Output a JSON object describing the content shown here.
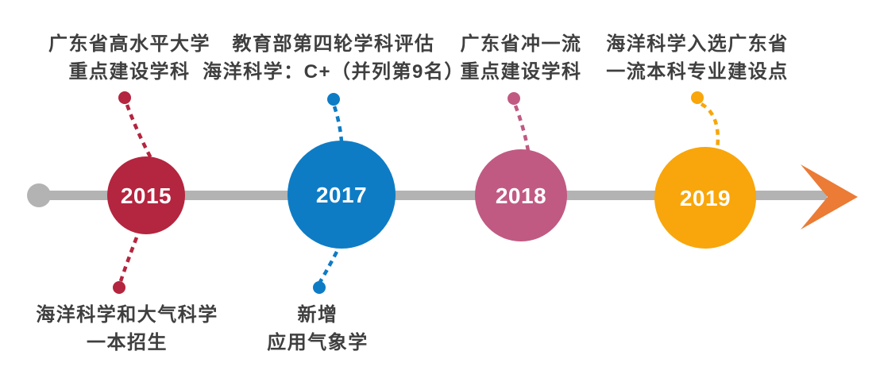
{
  "figure": {
    "background": "#FFFFFF",
    "text_color": "#3F3F3F",
    "timeline_color": "#B3B3B3",
    "arrow_color": "#EB7B35"
  },
  "milestones": [
    {
      "year": "2015",
      "color": "#B4253F",
      "top_label": {
        "line1": "广东省高水平大学",
        "line2": "重点建设学科"
      },
      "bottom_label": {
        "line1": "海洋科学和大气科学",
        "line2": "一本招生"
      }
    },
    {
      "year": "2017",
      "color": "#0E7CC5",
      "top_label": {
        "line1": "教育部第四轮学科评估",
        "line2": "海洋科学：C+（并列第9名）"
      },
      "bottom_label": {
        "line1": "新增",
        "line2": "应用气象学"
      }
    },
    {
      "year": "2018",
      "color": "#C05A83",
      "top_label": {
        "line1": "广东省冲一流",
        "line2": "重点建设学科"
      }
    },
    {
      "year": "2019",
      "color": "#F8A60B",
      "top_label": {
        "line1": "海洋科学入选广东省",
        "line2": "一流本科专业建设点"
      }
    }
  ]
}
